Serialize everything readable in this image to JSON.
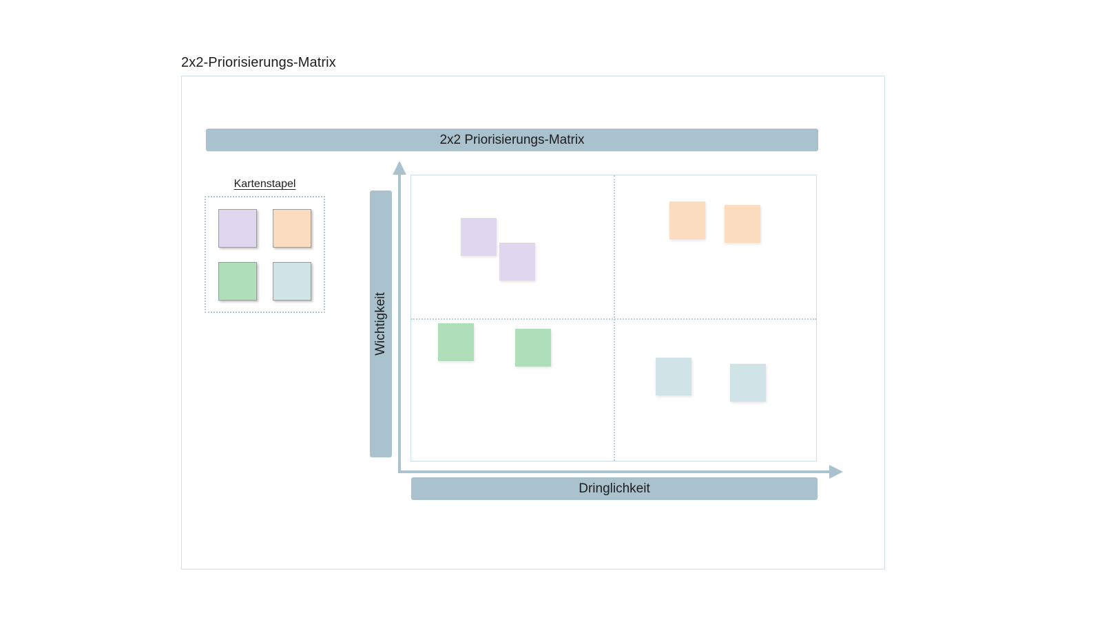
{
  "slide": {
    "title": "2x2-Priorisierungs-Matrix"
  },
  "banners": {
    "main_title": "2x2 Priorisierungs-Matrix",
    "y_axis_label": "Wichtigkeit",
    "x_axis_label": "Dringlichkeit"
  },
  "card_stack": {
    "label": "Kartenstapel",
    "cards": [
      {
        "name": "card-purple",
        "color": "#E0D7EE"
      },
      {
        "name": "card-orange",
        "color": "#FBDCBE"
      },
      {
        "name": "card-green",
        "color": "#AEDFBA"
      },
      {
        "name": "card-blue",
        "color": "#D0E3E7"
      }
    ]
  },
  "colors": {
    "banner_bg": "#a9c2cd",
    "frame_border": "#cfe0e8",
    "matrix_border": "#cbdde6",
    "divider": "#b9d2de",
    "axis": "#a9c2cd",
    "purple": "#E0D7EE",
    "orange": "#FBDCBE",
    "green": "#AEDFBA",
    "blue": "#D0E3E7"
  },
  "chart_data": {
    "type": "scatter",
    "title": "2x2 Priorisierungs-Matrix",
    "xlabel": "Dringlichkeit",
    "ylabel": "Wichtigkeit",
    "grid": true,
    "quadrant_split": {
      "x": 0.5,
      "y": 0.5
    },
    "xlim": [
      0,
      1
    ],
    "ylim": [
      0,
      1
    ],
    "legend": "none",
    "points": [
      {
        "name": "matrix-card-purple-1",
        "color": "#E0D7EE",
        "x": 0.133,
        "y": 0.828
      },
      {
        "name": "matrix-card-purple-2",
        "color": "#E0D7EE",
        "x": 0.238,
        "y": 0.73
      },
      {
        "name": "matrix-card-orange-1",
        "color": "#FBDCBE",
        "x": 0.697,
        "y": 0.895
      },
      {
        "name": "matrix-card-orange-2",
        "color": "#FBDCBE",
        "x": 0.846,
        "y": 0.881
      },
      {
        "name": "matrix-card-green-1",
        "color": "#AEDFBA",
        "x": 0.073,
        "y": 0.405
      },
      {
        "name": "matrix-card-green-2",
        "color": "#AEDFBA",
        "x": 0.28,
        "y": 0.383
      },
      {
        "name": "matrix-card-blue-1",
        "color": "#D0E3E7",
        "x": 0.66,
        "y": 0.268
      },
      {
        "name": "matrix-card-blue-2",
        "color": "#D0E3E7",
        "x": 0.86,
        "y": 0.244
      }
    ]
  }
}
